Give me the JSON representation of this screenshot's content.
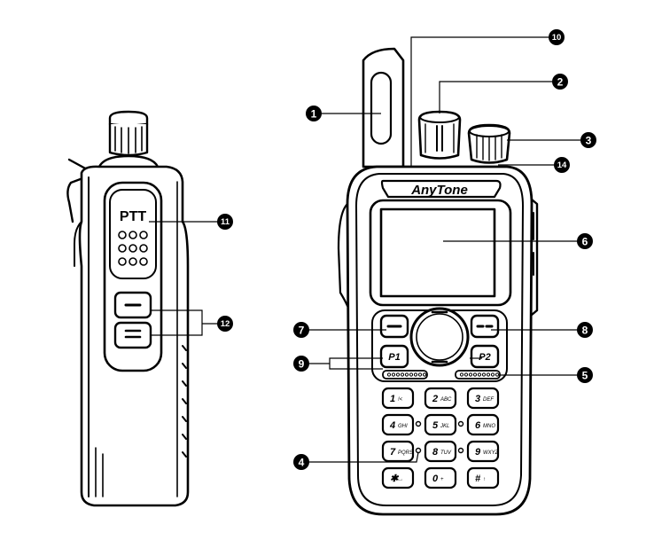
{
  "side_view": {
    "ptt_label": "PTT"
  },
  "front_view": {
    "brand": "AnyTone",
    "p1_label": "P1",
    "p2_label": "P2",
    "keys": [
      {
        "main": "1",
        "sub": "!<"
      },
      {
        "main": "2",
        "sub": "ABC"
      },
      {
        "main": "3",
        "sub": "DEF"
      },
      {
        "main": "4",
        "sub": "GHI"
      },
      {
        "main": "5",
        "sub": "JKL"
      },
      {
        "main": "6",
        "sub": "MNO"
      },
      {
        "main": "7",
        "sub": "PQRS"
      },
      {
        "main": "8",
        "sub": "TUV"
      },
      {
        "main": "9",
        "sub": "WXYZ"
      },
      {
        "main": "✱",
        "sub": "⌴"
      },
      {
        "main": "0",
        "sub": "+"
      },
      {
        "main": "#",
        "sub": "↑"
      }
    ]
  },
  "callouts": [
    "1",
    "2",
    "3",
    "4",
    "5",
    "6",
    "7",
    "8",
    "9",
    "10",
    "11",
    "12",
    "14"
  ]
}
